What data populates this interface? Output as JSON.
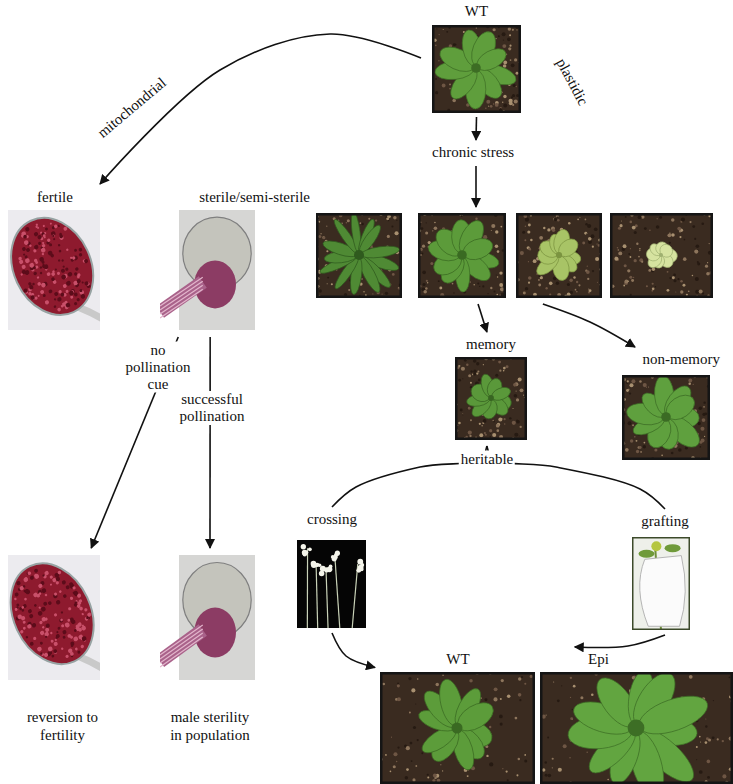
{
  "diagram": {
    "nodes": [
      {
        "text": [
          "WT"
        ]
      },
      {
        "text": [
          "fertile"
        ]
      },
      {
        "text": [
          "sterile/semi-sterile"
        ]
      },
      {
        "text": [
          "chronic stress"
        ]
      },
      {
        "text": [
          "memory"
        ]
      },
      {
        "text": [
          "non-memory"
        ]
      },
      {
        "text": [
          "crossing"
        ]
      },
      {
        "text": [
          "grafting"
        ]
      },
      {
        "text": [
          "reversion to fertility"
        ]
      },
      {
        "text": [
          "male sterility in population"
        ]
      },
      {
        "text": [
          "WT"
        ]
      },
      {
        "text": [
          "Epi"
        ]
      }
    ],
    "edges": [
      {
        "from": 0,
        "to": 1,
        "arrow": "to",
        "label": "mitochondrial"
      },
      {
        "from": 0,
        "to": 3,
        "arrow": "to"
      },
      {
        "from": 2,
        "to": 8,
        "arrow": "to",
        "label": "no pollination cue"
      },
      {
        "from": 2,
        "to": 9,
        "arrow": "to",
        "label": "successful pollination"
      },
      {
        "from": 3,
        "to": 4,
        "arrow": "to"
      },
      {
        "from": 3,
        "to": 5,
        "arrow": "to"
      },
      {
        "from": 4,
        "to": 6,
        "arrow": "none"
      },
      {
        "from": 4,
        "to": 7,
        "arrow": "none"
      },
      {
        "from": 6,
        "to": 10,
        "arrow": "to"
      },
      {
        "from": 7,
        "to": 11,
        "arrow": "to"
      }
    ],
    "labels": [
      "plastidic",
      "heritable"
    ]
  }
}
